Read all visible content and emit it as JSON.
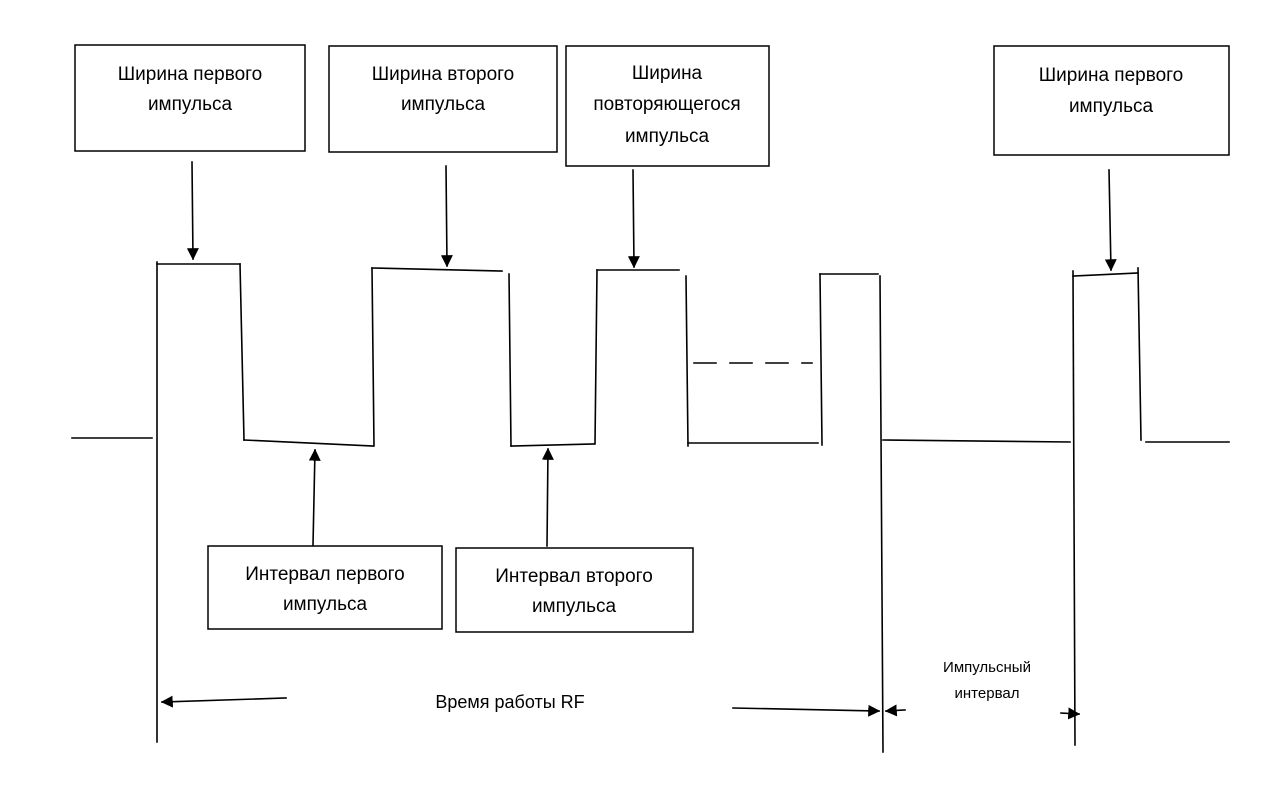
{
  "labels": {
    "first_width_a": [
      "Ширина первого",
      "импульса"
    ],
    "second_width": [
      "Ширина второго",
      "импульса"
    ],
    "repeat_width": [
      "Ширина",
      "повторяющегося",
      "импульса"
    ],
    "first_width_b": [
      "Ширина первого",
      "импульса"
    ],
    "first_interval": [
      "Интервал первого",
      "импульса"
    ],
    "second_interval": [
      "Интервал второго",
      "импульса"
    ],
    "rf_time": "Время работы RF",
    "pulse_interval": [
      "Импульсный",
      "интервал"
    ]
  }
}
